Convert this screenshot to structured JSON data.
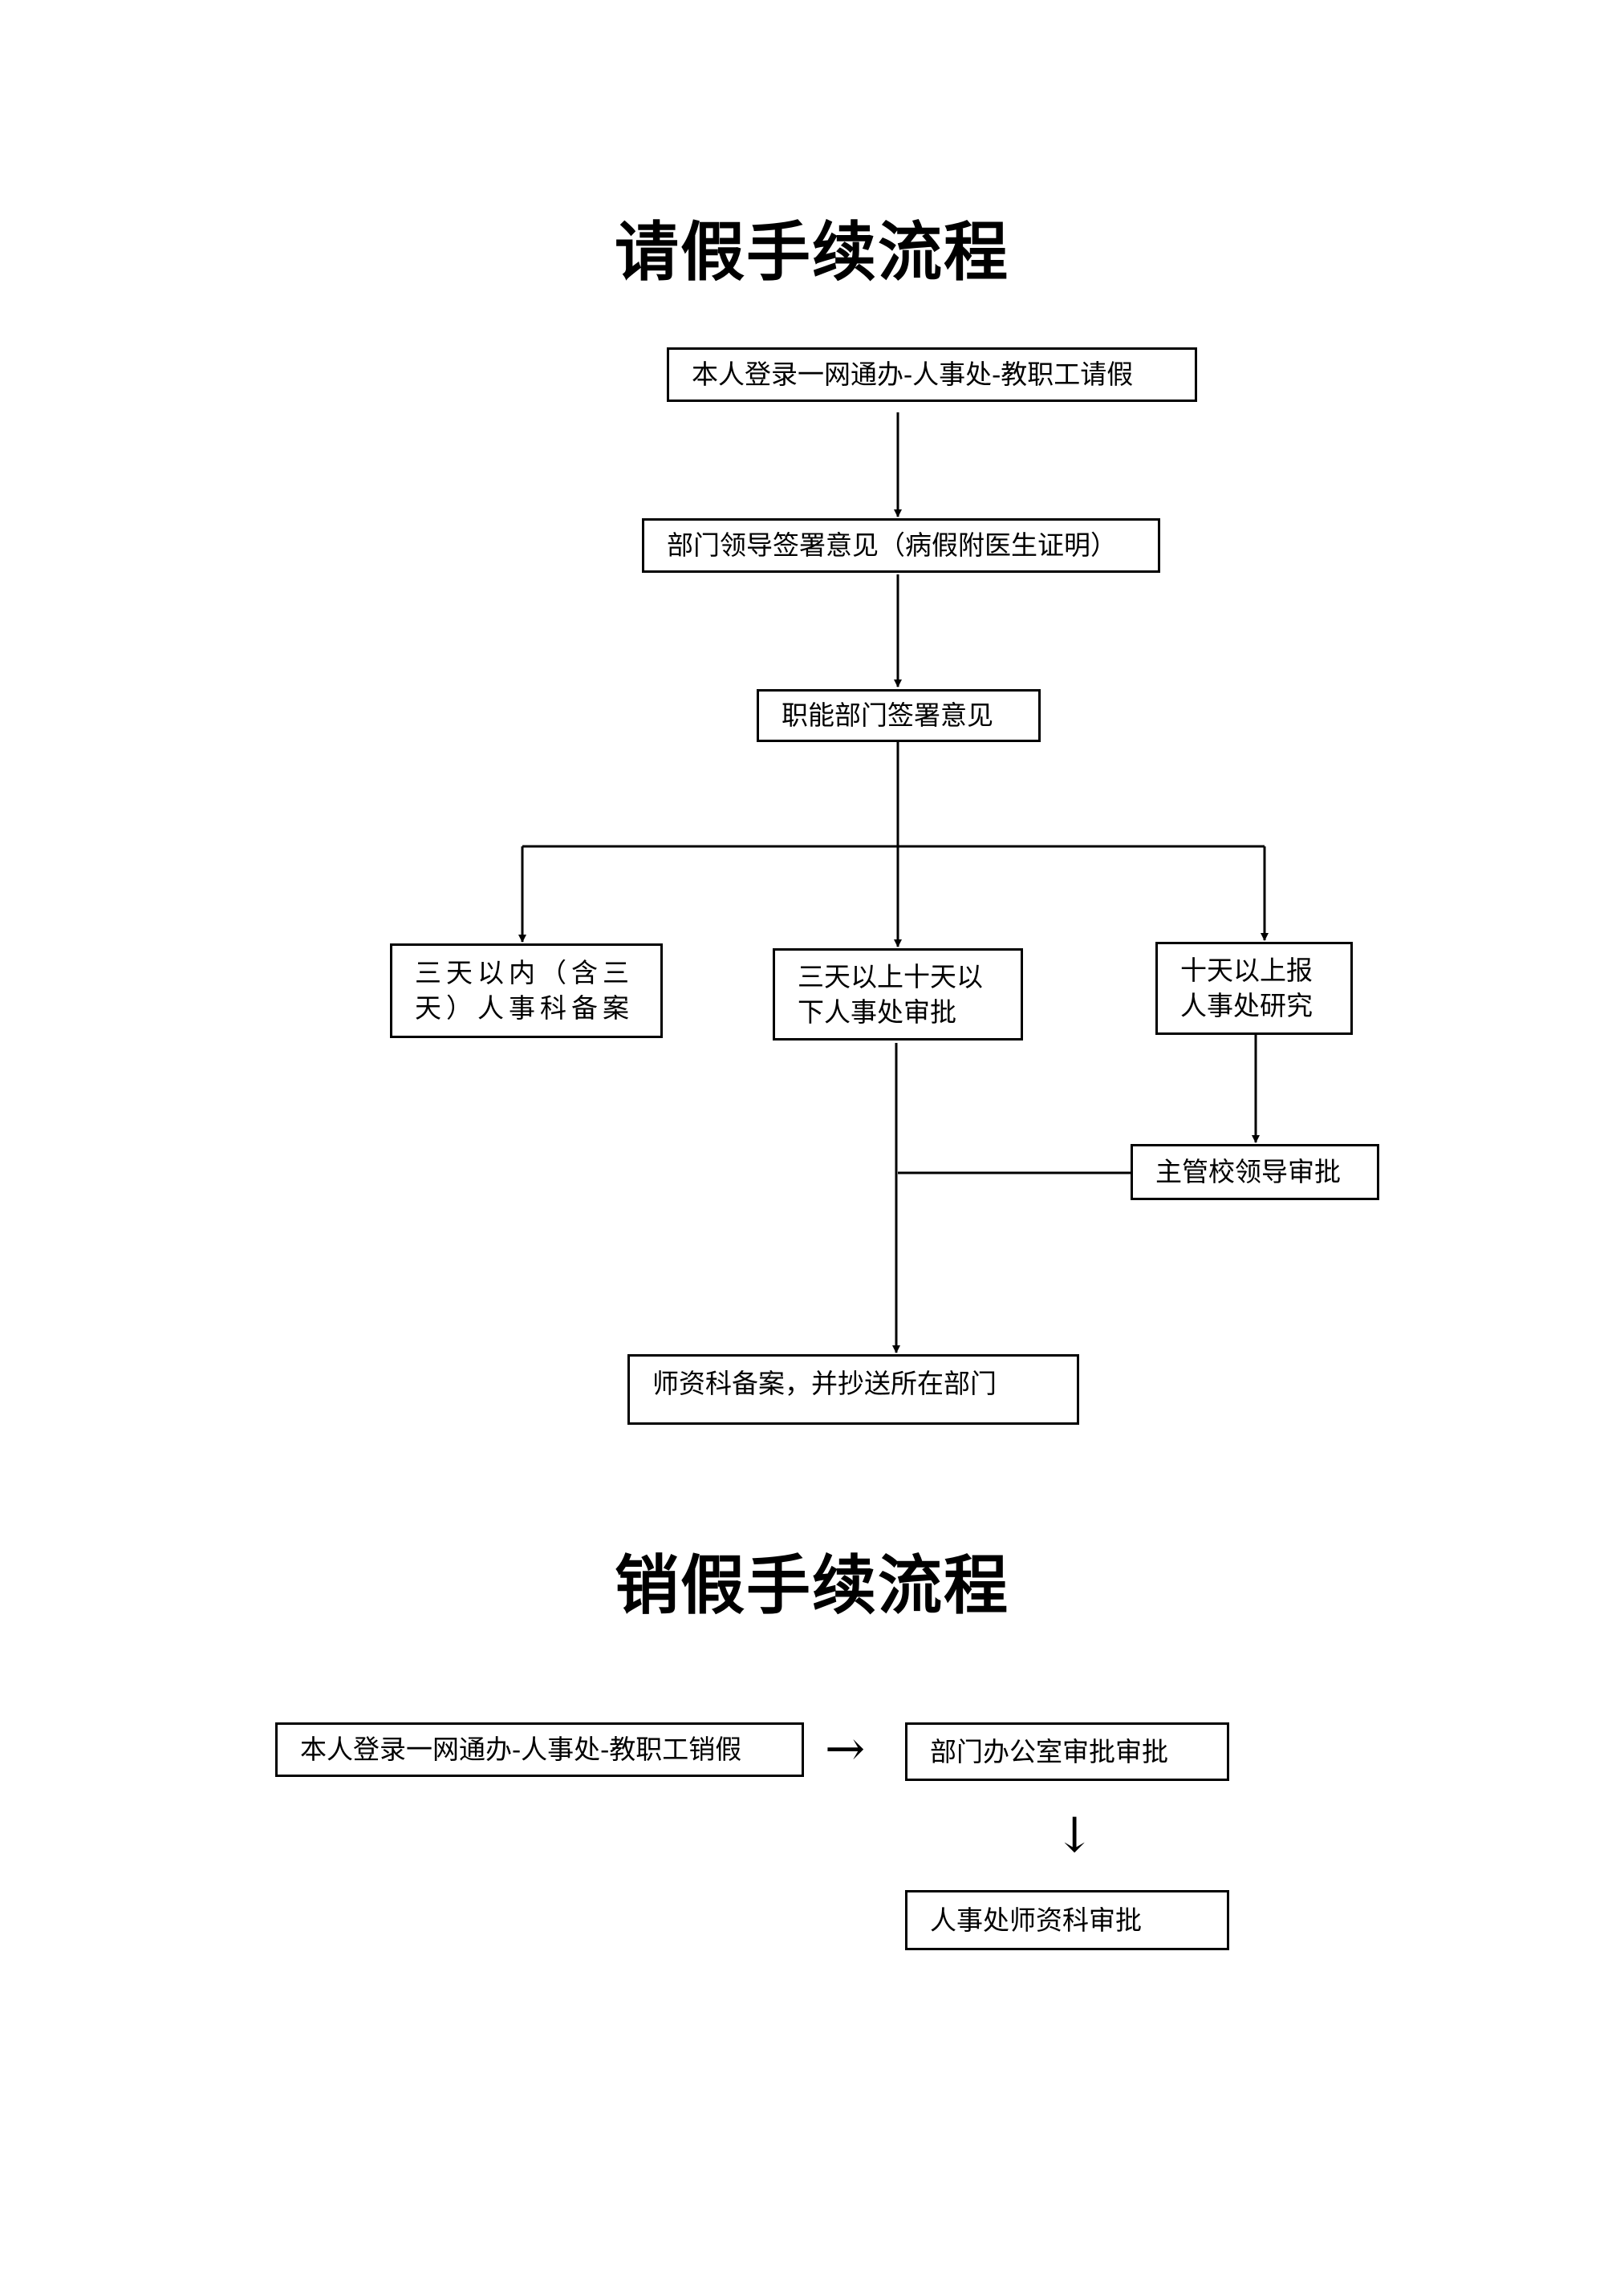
{
  "leave_request": {
    "title": "请假手续流程",
    "step1": "本人登录一网通办-人事处-教职工请假",
    "step2": "部门领导签署意见（病假附医生证明）",
    "step3": "职能部门签署意见",
    "branch_short": [
      "三天以内（含三",
      "天）人事科备案"
    ],
    "branch_mid": [
      "三天以上十天以",
      "下人事处审批"
    ],
    "branch_long": [
      "十天以上报",
      "人事处研究"
    ],
    "leader_approval": "主管校领导审批",
    "final": "师资科备案，并抄送所在部门"
  },
  "leave_cancel": {
    "title": "销假手续流程",
    "step1": "本人登录一网通办-人事处-教职工销假",
    "arrow_right": "→",
    "step2": "部门办公室审批审批",
    "arrow_down": "↓",
    "step3": "人事处师资科审批"
  }
}
